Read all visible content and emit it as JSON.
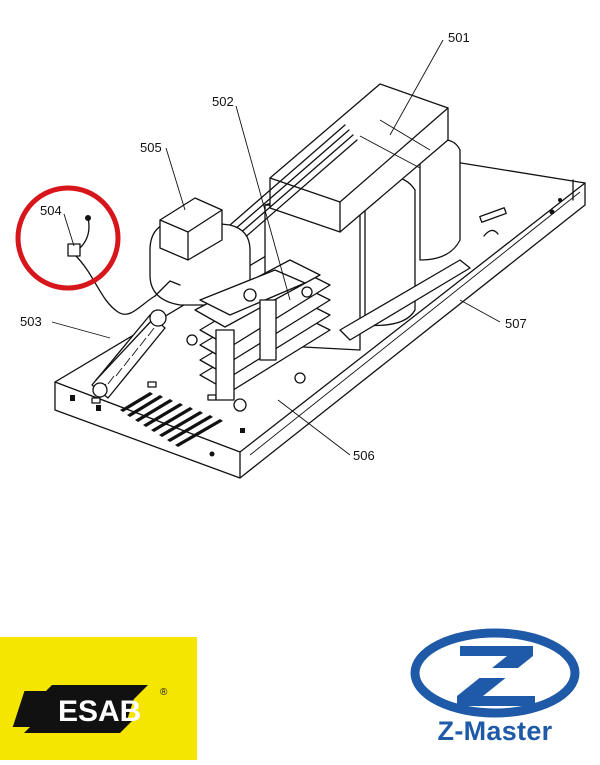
{
  "diagram": {
    "callouts": [
      {
        "id": "501",
        "label": "501"
      },
      {
        "id": "502",
        "label": "502"
      },
      {
        "id": "503",
        "label": "503"
      },
      {
        "id": "504",
        "label": "504"
      },
      {
        "id": "505",
        "label": "505"
      },
      {
        "id": "506",
        "label": "506"
      },
      {
        "id": "507",
        "label": "507"
      }
    ],
    "highlight_color": "#d7161b",
    "highlighted_part": "504"
  },
  "logos": {
    "esab": {
      "text": "ESAB",
      "mark": "®",
      "background": "#f4e600",
      "color": "#111111"
    },
    "zmaster": {
      "text": "Z-Master",
      "color": "#1f5aa8"
    }
  }
}
